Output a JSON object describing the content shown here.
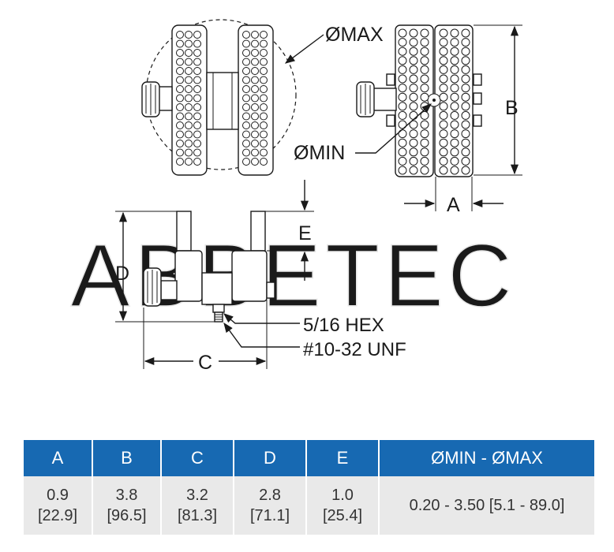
{
  "drawing": {
    "labels": {
      "omax": "ØMAX",
      "omin": "ØMIN",
      "a": "A",
      "b": "B",
      "c": "C",
      "d": "D",
      "e": "E",
      "hex": "5/16 HEX",
      "thread": "#10-32 UNF"
    },
    "watermark": "ABBETEC"
  },
  "table": {
    "headers": [
      "A",
      "B",
      "C",
      "D",
      "E",
      "ØMIN - ØMAX"
    ],
    "rows": [
      [
        {
          "in": "0.9",
          "mm": "[22.9]"
        },
        {
          "in": "3.8",
          "mm": "[96.5]"
        },
        {
          "in": "3.2",
          "mm": "[81.3]"
        },
        {
          "in": "2.8",
          "mm": "[71.1]"
        },
        {
          "in": "1.0",
          "mm": "[25.4]"
        },
        {
          "range": "0.20 - 3.50 [5.1 - 89.0]"
        }
      ]
    ]
  },
  "colors": {
    "header_bg": "#1769b2",
    "header_text": "#ffffff",
    "cell_bg": "#e9e9e9",
    "line": "#1a1a1a"
  }
}
